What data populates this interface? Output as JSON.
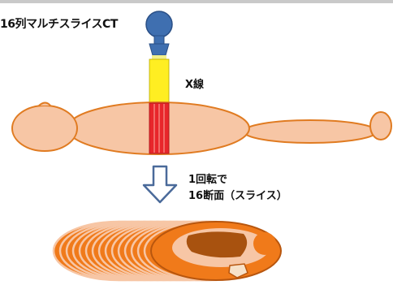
{
  "diagram": {
    "title": "16列マルチスライスCT",
    "xray_label": "X線",
    "rotation_line1": "1回転で",
    "rotation_line2": "16断面（スライス）"
  },
  "colors": {
    "body_fill": "#f7c6a5",
    "body_stroke": "#e07b21",
    "tube": "#3f6fb0",
    "beam": "#ffee22",
    "slice_band": "#e8262b",
    "slice_fill": "#f07a1a",
    "slice_inner": "#a8520f",
    "arrow": "#4a6a9a"
  }
}
